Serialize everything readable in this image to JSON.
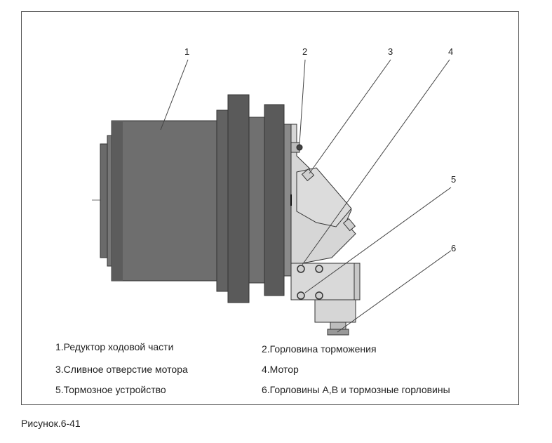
{
  "figure": {
    "caption": "Рисунок.6-41",
    "callouts": [
      "1",
      "2",
      "3",
      "4",
      "5",
      "6"
    ],
    "legend": [
      "1.Редуктор ходовой части",
      "2.Горловина торможения",
      "3.Сливное отверстие мотора",
      "4.Мотор",
      "5.Тормозное устройство",
      "6.Горловины  A,B и тормозные горловины"
    ],
    "colors": {
      "reducer_body": "#6e6e6e",
      "reducer_dark": "#555555",
      "flange": "#5a5a5a",
      "motor": "#d8d8d8",
      "outline": "#333333",
      "leader": "#444444"
    }
  }
}
